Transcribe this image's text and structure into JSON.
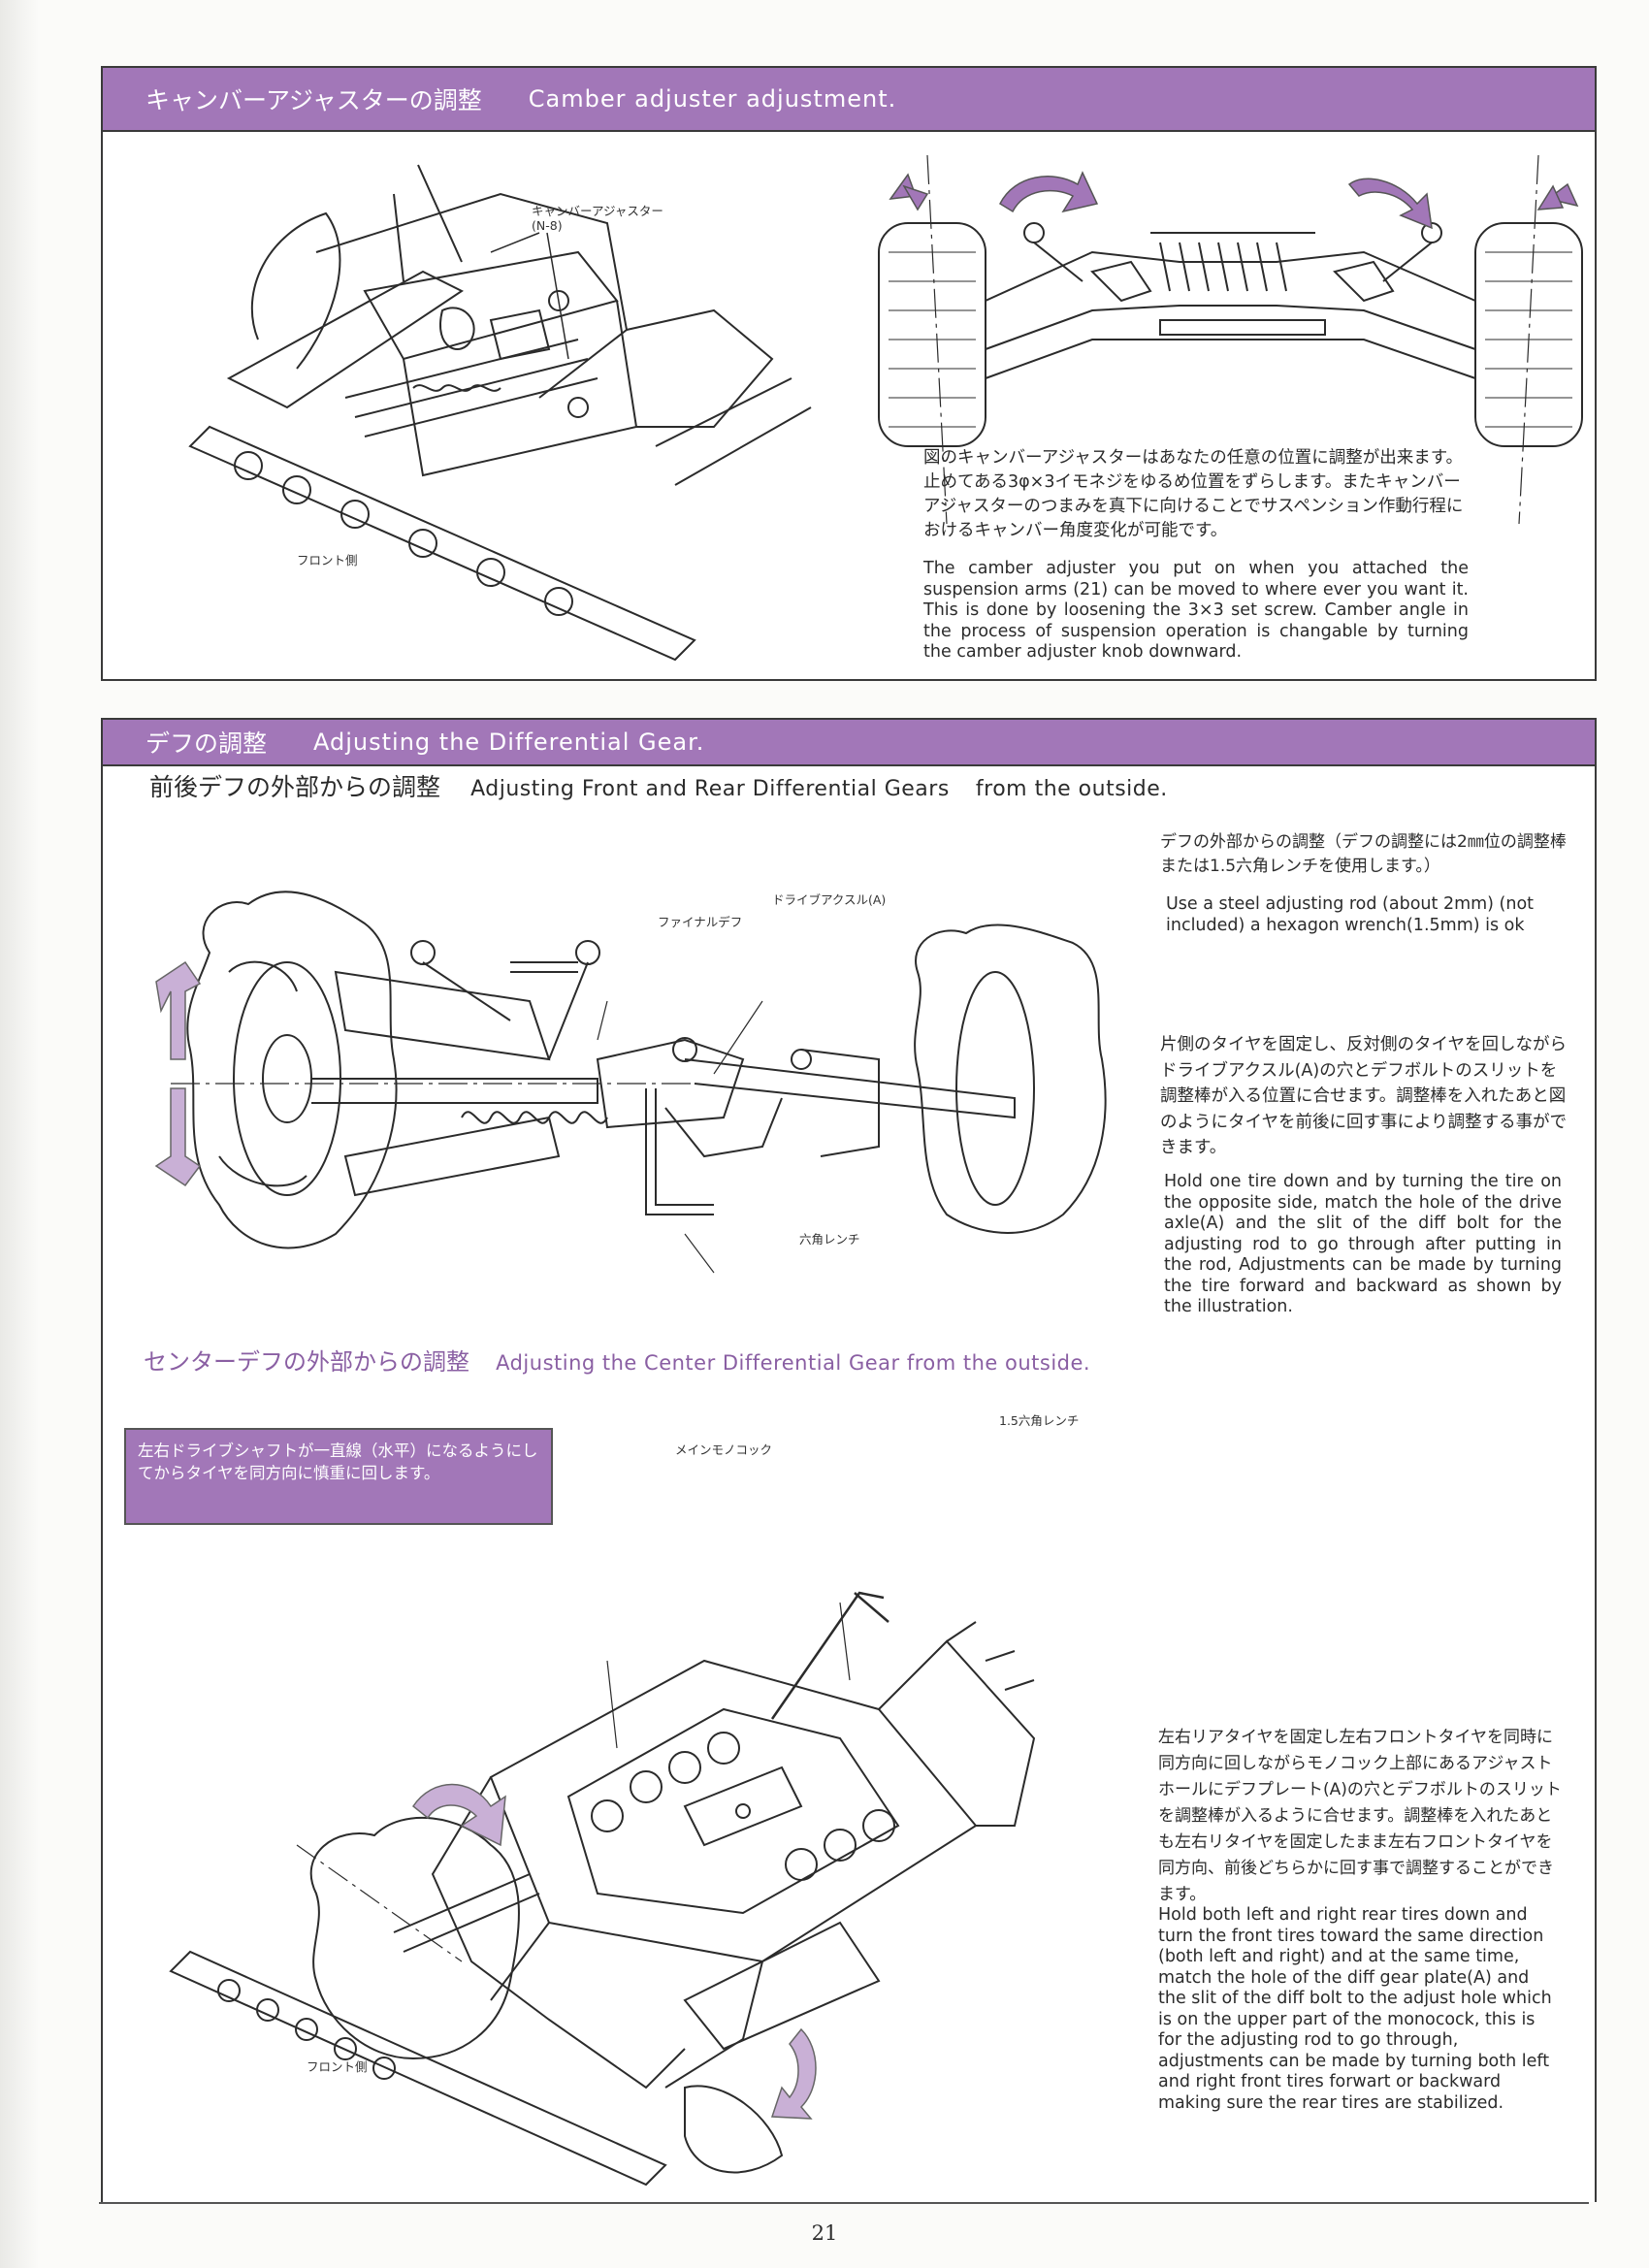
{
  "camber": {
    "title_jp": "キャンバーアジャスターの調整",
    "title_en": "Camber adjuster adjustment.",
    "label_adjuster": "キャンバーアジャスター\n(N-8)",
    "label_front": "フロント側",
    "text_jp": "図のキャンバーアジャスターはあなたの任意の位置に調整が出来ます。止めてある3φ×3イモネジをゆるめ位置をずらします。またキャンバーアジャスターのつまみを真下に向けることでサスペンション作動行程におけるキャンバー角度変化が可能です。",
    "text_en": "The camber adjuster you put on when you attached the suspension arms (21) can be moved to where ever you want it. This is done by loosening the 3×3 set screw. Camber angle in the process of suspension operation is changable by turning the camber adjuster knob downward."
  },
  "diff": {
    "title_jp": "デフの調整",
    "title_en": "Adjusting the Differential Gear.",
    "sub1_jp": "前後デフの外部からの調整",
    "sub1_en": "Adjusting Front and Rear Differential Gears",
    "sub1_en2": "from the outside.",
    "label_final": "ファイナルデフ",
    "label_axle": "ドライブアクスル(A)",
    "label_hex": "六角レンチ",
    "right1_jp": "デフの外部からの調整（デフの調整には2㎜位の調整棒または1.5六角レンチを使用します。）",
    "right1_en": "Use a steel adjusting rod (about 2mm) (not included) a hexagon wrench(1.5mm) is ok",
    "right2_jp": "片側のタイヤを固定し、反対側のタイヤを回しながらドライブアクスル(A)の穴とデフボルトのスリットを調整棒が入る位置に合せます。調整棒を入れたあと図のようにタイヤを前後に回す事により調整する事ができます。",
    "right2_en": "Hold one tire down and by turning the tire on the opposite side, match the hole of the drive axle(A) and the slit of the diff bolt for the adjusting rod to go through after putting in the rod, Adjustments can be made by turning the tire forward and backward as shown by the illustration.",
    "sub2_jp": "センターデフの外部からの調整",
    "sub2_en": "Adjusting the Center Differential Gear from the outside.",
    "note_box": "左右ドライブシャフトが一直線（水平）になるようにしてからタイヤを同方向に慎重に回します。",
    "label_mono": "メインモノコック",
    "label_hex15": "1.5六角レンチ",
    "label_front2": "フロント側",
    "right3_jp": "左右リアタイヤを固定し左右フロントタイヤを同時に同方向に回しながらモノコック上部にあるアジャストホールにデフプレート(A)の穴とデフボルトのスリットを調整棒が入るように合せます。調整棒を入れたあとも左右リタイヤを固定したまま左右フロントタイヤを同方向、前後どちらかに回す事で調整することができます。",
    "right3_en": "Hold both left and right rear tires down and turn the front tires toward the same direction (both left and right) and at the same time, match the hole of the diff gear plate(A) and the slit of the diff bolt to the adjust hole which is on the upper part of the monocock, this is for the adjusting rod to go through, adjustments can be made by turning both left and right front tires forwart or backward making sure the rear tires are stabilized."
  },
  "page_number": "21",
  "colors": {
    "accent": "#a277b8",
    "ink": "#2b2b2b"
  }
}
